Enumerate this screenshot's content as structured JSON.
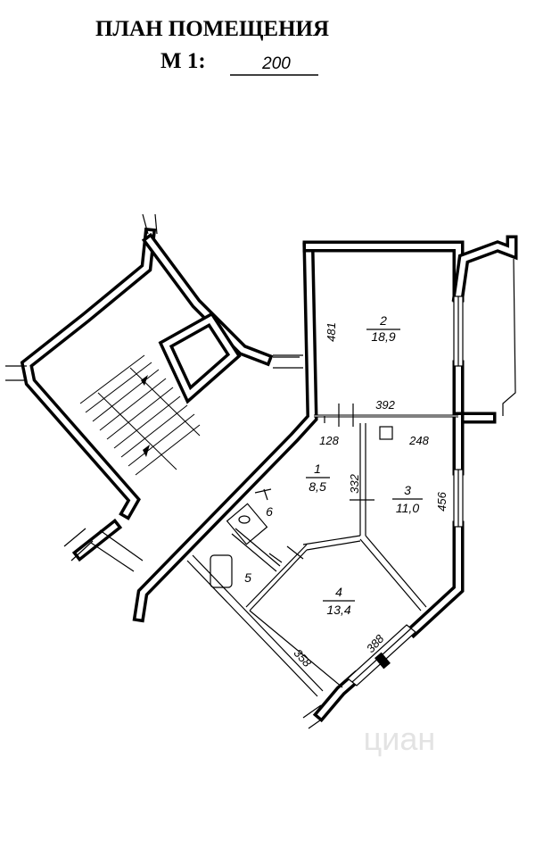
{
  "header": {
    "title": "ПЛАН ПОМЕЩЕНИЯ",
    "scale_label": "М 1:",
    "scale_value": "200"
  },
  "rooms": [
    {
      "number": "1",
      "area": "8,5"
    },
    {
      "number": "2",
      "area": "18,9"
    },
    {
      "number": "3",
      "area": "11,0"
    },
    {
      "number": "4",
      "area": "13,4"
    },
    {
      "number": "5"
    },
    {
      "number": "6"
    }
  ],
  "dimensions": {
    "room2_height": "481",
    "room2_width": "392",
    "hall_width": "128",
    "room3_width": "248",
    "hall_depth": "332",
    "room3_height": "456",
    "room4_width": "388",
    "room4_diag": "358"
  },
  "watermark": "циан"
}
